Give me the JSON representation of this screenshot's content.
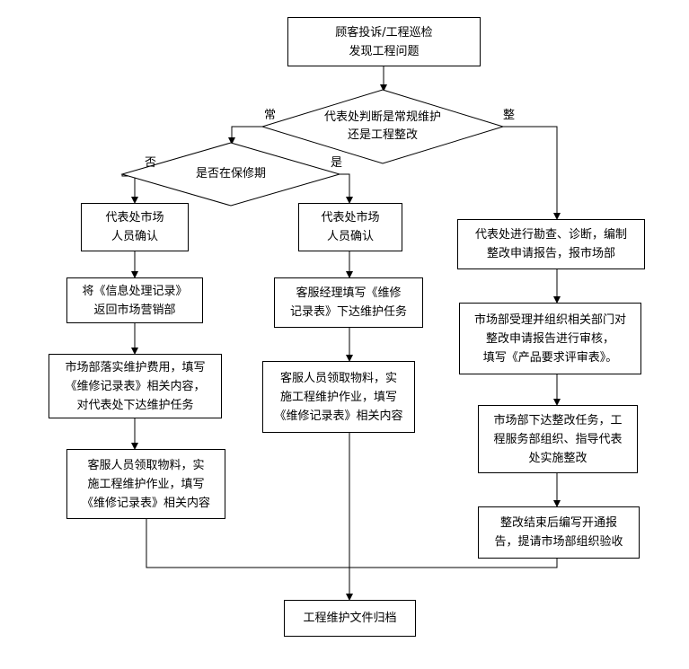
{
  "start": {
    "line1": "顾客投诉/工程巡检",
    "line2": "发现工程问题"
  },
  "decision_main": {
    "line1": "代表处判断是常规维护",
    "line2": "还是工程整改"
  },
  "decision_warranty": {
    "text": "是否在保修期"
  },
  "labels": {
    "routine": "常",
    "rectify": "整",
    "no": "否",
    "yes": "是"
  },
  "left_branch": {
    "confirm": [
      "代表处市场",
      "人员确认"
    ],
    "return_record": [
      "将《信息处理记录》",
      "返回市场营销部"
    ],
    "implement_cost": [
      "市场部落实维护费用，填写",
      "《维修记录表》相关内容，",
      "对代表处下达维护任务"
    ],
    "service_work": [
      "客服人员领取物料，实",
      "施工程维护作业，填写",
      "《维修记录表》相关内容"
    ]
  },
  "middle_branch": {
    "confirm": [
      "代表处市场",
      "人员确认"
    ],
    "manager_fill": [
      "客服经理填写《维修",
      "记录表》下达维护任务"
    ],
    "service_work": [
      "客服人员领取物料，实",
      "施工程维护作业，填写",
      "《维修记录表》相关内容"
    ]
  },
  "right_branch": {
    "survey": [
      "代表处进行勘查、诊断，编制",
      "整改申请报告，报市场部"
    ],
    "review": [
      "市场部受理并组织相关部门对",
      "整改申请报告进行审核，",
      "填写《产品要求评审表》。"
    ],
    "assign": [
      "市场部下达整改任务，工",
      "程服务部组织、指导代表",
      "处实施整改"
    ],
    "report": [
      "整改结束后编写开通报",
      "告，提请市场部组织验收"
    ]
  },
  "end": {
    "text": "工程维护文件归档"
  }
}
